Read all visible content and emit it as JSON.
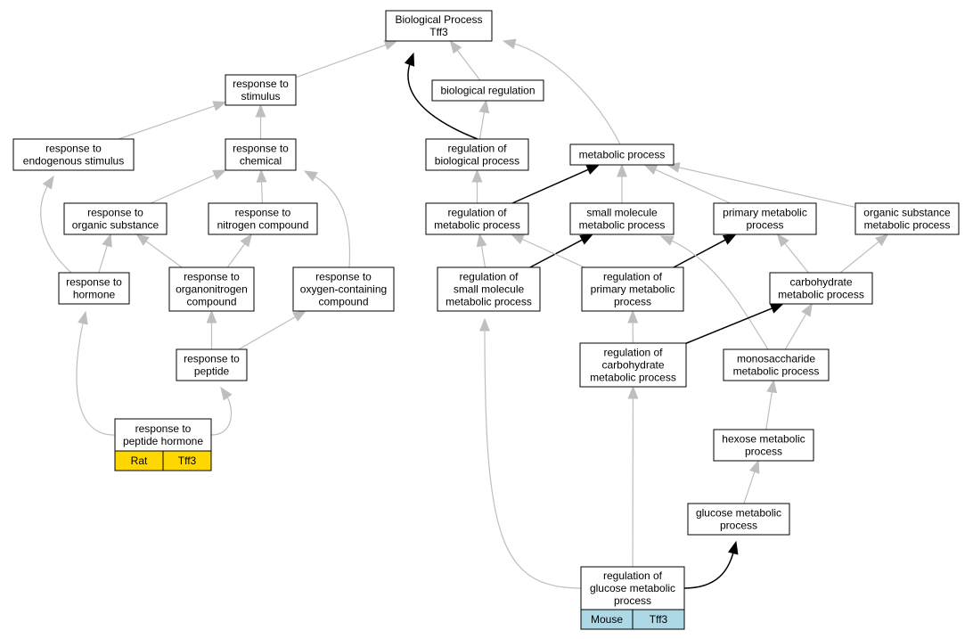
{
  "colors": {
    "background": "#ffffff",
    "node_border": "#000000",
    "edge_grey": "#bebebe",
    "edge_black": "#000000",
    "rat_fill": "#ffd700",
    "mouse_fill": "#add8e6"
  },
  "nodes": [
    {
      "id": "bp",
      "lines": [
        "Biological Process",
        "Tff3"
      ]
    },
    {
      "id": "resp_stimulus",
      "lines": [
        "response to",
        "stimulus"
      ]
    },
    {
      "id": "bio_regulation",
      "lines": [
        "biological regulation"
      ]
    },
    {
      "id": "resp_endogenous",
      "lines": [
        "response to",
        "endogenous stimulus"
      ]
    },
    {
      "id": "resp_chemical",
      "lines": [
        "response to",
        "chemical"
      ]
    },
    {
      "id": "reg_bio_process",
      "lines": [
        "regulation of",
        "biological process"
      ]
    },
    {
      "id": "metabolic",
      "lines": [
        "metabolic process"
      ]
    },
    {
      "id": "resp_organic",
      "lines": [
        "response to",
        "organic substance"
      ]
    },
    {
      "id": "resp_nitrogen",
      "lines": [
        "response to",
        "nitrogen compound"
      ]
    },
    {
      "id": "reg_metabolic",
      "lines": [
        "regulation of",
        "metabolic process"
      ]
    },
    {
      "id": "small_molecule",
      "lines": [
        "small molecule",
        "metabolic process"
      ]
    },
    {
      "id": "primary_metabolic",
      "lines": [
        "primary metabolic",
        "process"
      ]
    },
    {
      "id": "organic_substance_met",
      "lines": [
        "organic substance",
        "metabolic process"
      ]
    },
    {
      "id": "resp_hormone",
      "lines": [
        "response to",
        "hormone"
      ]
    },
    {
      "id": "resp_organonitrogen",
      "lines": [
        "response to",
        "organonitrogen",
        "compound"
      ]
    },
    {
      "id": "resp_oxygen",
      "lines": [
        "response to",
        "oxygen-containing",
        "compound"
      ]
    },
    {
      "id": "reg_small_molecule",
      "lines": [
        "regulation of",
        "small molecule",
        "metabolic process"
      ]
    },
    {
      "id": "reg_primary",
      "lines": [
        "regulation of",
        "primary metabolic",
        "process"
      ]
    },
    {
      "id": "carbohydrate",
      "lines": [
        "carbohydrate",
        "metabolic process"
      ]
    },
    {
      "id": "resp_peptide",
      "lines": [
        "response to",
        "peptide"
      ]
    },
    {
      "id": "reg_carbohydrate",
      "lines": [
        "regulation of",
        "carbohydrate",
        "metabolic process"
      ]
    },
    {
      "id": "monosaccharide",
      "lines": [
        "monosaccharide",
        "metabolic process"
      ]
    },
    {
      "id": "hexose",
      "lines": [
        "hexose metabolic",
        "process"
      ]
    },
    {
      "id": "glucose_met",
      "lines": [
        "glucose metabolic",
        "process"
      ]
    },
    {
      "id": "resp_peptide_hormone",
      "lines": [
        "response to",
        "peptide hormone"
      ],
      "tags": [
        "Rat",
        "Tff3"
      ],
      "tag_color": "rat_fill"
    },
    {
      "id": "reg_glucose",
      "lines": [
        "regulation of",
        "glucose metabolic",
        "process"
      ],
      "tags": [
        "Mouse",
        "Tff3"
      ],
      "tag_color": "mouse_fill"
    }
  ],
  "edges": [
    {
      "from": "resp_stimulus",
      "to": "bp",
      "style": "grey"
    },
    {
      "from": "bio_regulation",
      "to": "bp",
      "style": "grey"
    },
    {
      "from": "reg_bio_process",
      "to": "bp",
      "style": "black"
    },
    {
      "from": "metabolic",
      "to": "bp",
      "style": "grey"
    },
    {
      "from": "resp_endogenous",
      "to": "resp_stimulus",
      "style": "grey"
    },
    {
      "from": "resp_chemical",
      "to": "resp_stimulus",
      "style": "grey"
    },
    {
      "from": "reg_bio_process",
      "to": "bio_regulation",
      "style": "grey"
    },
    {
      "from": "resp_organic",
      "to": "resp_chemical",
      "style": "grey"
    },
    {
      "from": "resp_nitrogen",
      "to": "resp_chemical",
      "style": "grey"
    },
    {
      "from": "resp_oxygen",
      "to": "resp_chemical",
      "style": "grey"
    },
    {
      "from": "reg_metabolic",
      "to": "reg_bio_process",
      "style": "grey"
    },
    {
      "from": "reg_metabolic",
      "to": "metabolic",
      "style": "black"
    },
    {
      "from": "small_molecule",
      "to": "metabolic",
      "style": "grey"
    },
    {
      "from": "primary_metabolic",
      "to": "metabolic",
      "style": "grey"
    },
    {
      "from": "organic_substance_met",
      "to": "metabolic",
      "style": "grey"
    },
    {
      "from": "resp_hormone",
      "to": "resp_endogenous",
      "style": "grey"
    },
    {
      "from": "resp_hormone",
      "to": "resp_organic",
      "style": "grey"
    },
    {
      "from": "resp_organonitrogen",
      "to": "resp_organic",
      "style": "grey"
    },
    {
      "from": "resp_organonitrogen",
      "to": "resp_nitrogen",
      "style": "grey"
    },
    {
      "from": "reg_small_molecule",
      "to": "reg_metabolic",
      "style": "grey"
    },
    {
      "from": "reg_small_molecule",
      "to": "small_molecule",
      "style": "black"
    },
    {
      "from": "reg_primary",
      "to": "reg_metabolic",
      "style": "grey"
    },
    {
      "from": "reg_primary",
      "to": "primary_metabolic",
      "style": "black"
    },
    {
      "from": "carbohydrate",
      "to": "primary_metabolic",
      "style": "grey"
    },
    {
      "from": "carbohydrate",
      "to": "organic_substance_met",
      "style": "grey"
    },
    {
      "from": "monosaccharide",
      "to": "small_molecule",
      "style": "grey"
    },
    {
      "from": "monosaccharide",
      "to": "carbohydrate",
      "style": "grey"
    },
    {
      "from": "resp_peptide",
      "to": "resp_organonitrogen",
      "style": "grey"
    },
    {
      "from": "resp_peptide",
      "to": "resp_oxygen",
      "style": "grey"
    },
    {
      "from": "reg_carbohydrate",
      "to": "reg_primary",
      "style": "grey"
    },
    {
      "from": "reg_carbohydrate",
      "to": "carbohydrate",
      "style": "black"
    },
    {
      "from": "hexose",
      "to": "monosaccharide",
      "style": "grey"
    },
    {
      "from": "glucose_met",
      "to": "hexose",
      "style": "grey"
    },
    {
      "from": "resp_peptide_hormone",
      "to": "resp_hormone",
      "style": "grey"
    },
    {
      "from": "resp_peptide_hormone",
      "to": "resp_peptide",
      "style": "grey"
    },
    {
      "from": "reg_glucose",
      "to": "reg_small_molecule",
      "style": "grey"
    },
    {
      "from": "reg_glucose",
      "to": "reg_carbohydrate",
      "style": "grey"
    },
    {
      "from": "reg_glucose",
      "to": "glucose_met",
      "style": "black"
    }
  ]
}
